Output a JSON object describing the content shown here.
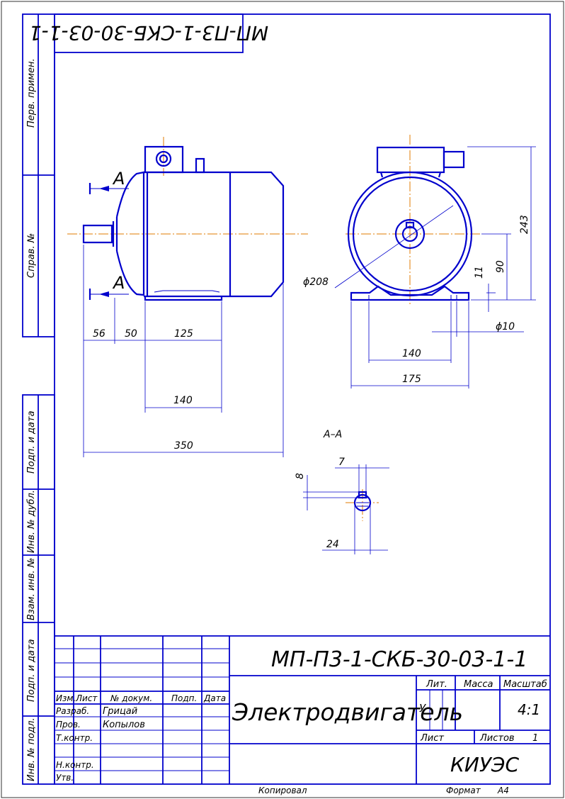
{
  "drawing_code": "МП-П3-1-СКБ-30-03-1-1",
  "drawing_code_rotated": "МП-П3-1-СКБ-30-03-1-1",
  "side_labels": {
    "perv_primen": "Перв. примен.",
    "sprav_no": "Справ. №",
    "podp_data_top": "Подп. и дата",
    "inv_dubl": "Инв. № дубл.",
    "vzam_inv": "Взам. инв. №",
    "podp_data_bottom": "Подп. и дата",
    "inv_podl": "Инв. № подл."
  },
  "section_labels": {
    "a_top": "А",
    "a_bottom": "А",
    "section_view": "А–А"
  },
  "dimensions": {
    "d56": "56",
    "d50": "50",
    "d125": "125",
    "d140_side": "140",
    "d350": "350",
    "d208": "ϕ208",
    "d243": "243",
    "d90": "90",
    "d11": "11",
    "d10": "ϕ10",
    "d140_front": "140",
    "d175": "175",
    "d7": "7",
    "d8": "8",
    "d24": "24"
  },
  "title_block": {
    "designation": "МП-П3-1-СКБ-30-03-1-1",
    "name": "Электродвигатель",
    "org": "КИУЭС",
    "headers": {
      "izm": "Изм.",
      "list": "Лист",
      "doc": "№ докум.",
      "podp": "Подп.",
      "data": "Дата"
    },
    "roles": {
      "razrab": "Разраб.",
      "prov": "Пров.",
      "tkontr": "Т.контр.",
      "nkontr": "Н.контр.",
      "utv": "Утв."
    },
    "people": {
      "razrab": "Грицай",
      "prov": "Копылов"
    },
    "lit": "Лит.",
    "massa": "Масса",
    "masshtab": "Масштаб",
    "lit_value": "У",
    "scale_value": "4:1",
    "sheet_label": "Лист",
    "sheets_label": "Листов",
    "sheets_value": "1"
  },
  "footer": {
    "copied": "Копировал",
    "format_label": "Формат",
    "format_value": "А4"
  },
  "colors": {
    "line": "#0000cc",
    "axis": "#e07b00",
    "text_black": "#000000"
  }
}
